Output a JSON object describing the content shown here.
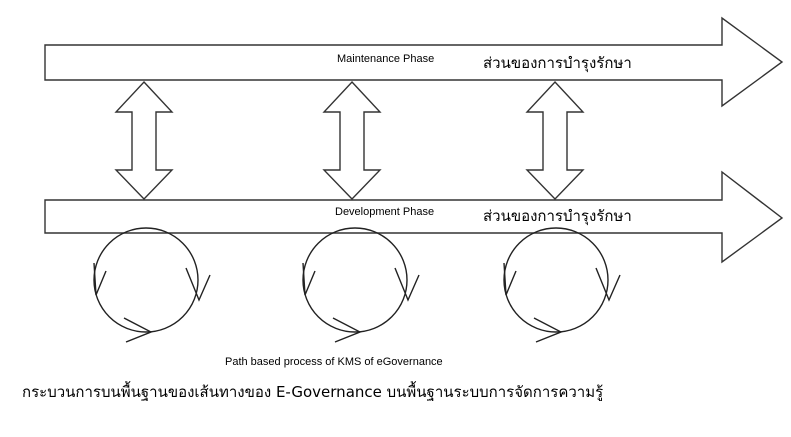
{
  "maintenance": {
    "label_en": "Maintenance Phase",
    "label_th": "ส่วนของการบำรุงรักษา"
  },
  "development": {
    "label_en": "Development Phase",
    "label_th": "ส่วนของการบำรุงรักษา"
  },
  "caption": {
    "en": "Path based process of KMS of eGovernance",
    "th": "กระบวนการบนพื้นฐานของเส้นทางของ E-Governance บนพื้นฐานระบบการจัดการความรู้"
  },
  "colors": {
    "stroke": "#333333",
    "fill": "#ffffff"
  },
  "icons": [
    "right-arrow-icon",
    "double-arrow-icon",
    "cycle-icon"
  ]
}
